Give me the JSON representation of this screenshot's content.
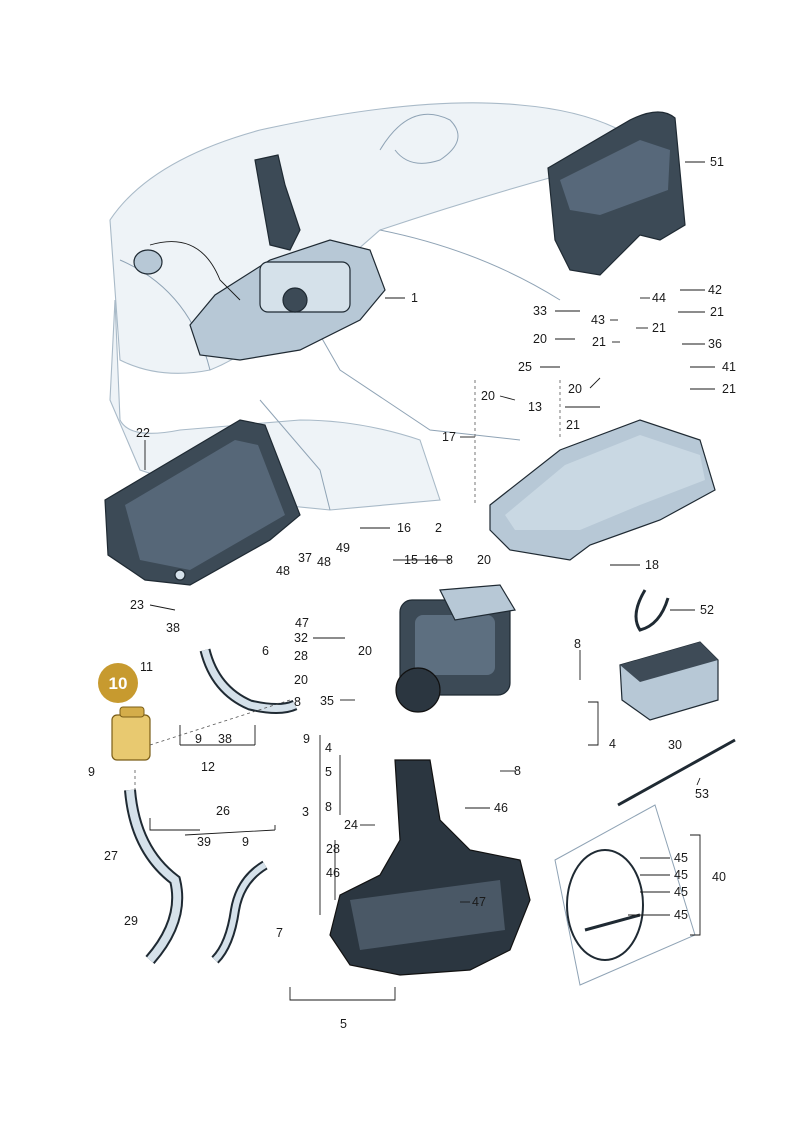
{
  "highlight": {
    "label": "10",
    "color": "#c79a2f"
  },
  "callouts": {
    "c51": "51",
    "c1": "1",
    "c42": "42",
    "c44": "44",
    "c21a": "21",
    "c33": "33",
    "c43": "43",
    "c21b": "21",
    "c36": "36",
    "c20a": "20",
    "c21c": "21",
    "c41": "41",
    "c25": "25",
    "c20b": "20",
    "c21d": "21",
    "c20c": "20",
    "c13": "13",
    "c21e": "21",
    "c22": "22",
    "c17": "17",
    "c16a": "16",
    "c2": "2",
    "c37": "37",
    "c49": "49",
    "c15": "15",
    "c16b": "16",
    "c8a": "8",
    "c20d": "20",
    "c48a": "48",
    "c48b": "48",
    "c18": "18",
    "c23": "23",
    "c52": "52",
    "c47a": "47",
    "c38a": "38",
    "c32": "32",
    "c6": "6",
    "c28a": "28",
    "c20e": "20",
    "c11": "11",
    "c20f": "20",
    "c8b": "8",
    "c35": "35",
    "c30": "30",
    "c9a": "9",
    "c38b": "38",
    "c9b": "9",
    "c12": "12",
    "c4a": "4",
    "c4b": "4",
    "c9c": "9",
    "c5a": "5",
    "c8c": "8",
    "c53": "53",
    "c3": "3",
    "c8d": "8",
    "c46a": "46",
    "c26": "26",
    "c24": "24",
    "c27": "27",
    "c39": "39",
    "c9d": "9",
    "c28b": "28",
    "c45a": "45",
    "c40": "40",
    "c45b": "45",
    "c46b": "46",
    "c45c": "45",
    "c29": "29",
    "c47b": "47",
    "c7": "7",
    "c5b": "5"
  }
}
